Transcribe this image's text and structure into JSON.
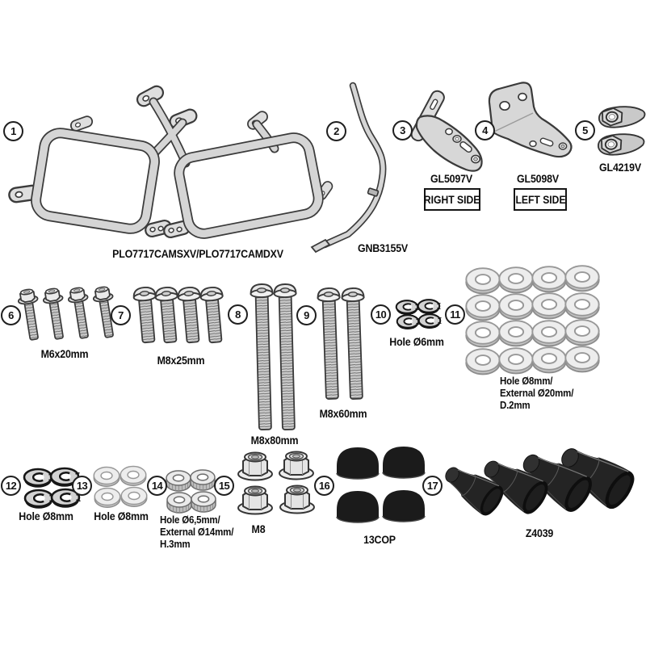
{
  "diagram": {
    "background": "#ffffff",
    "outline_color": "#3a3a3a",
    "part_fill": "#d6d6d6",
    "black_part_fill": "#1b1b1b",
    "items": [
      {
        "num": "1",
        "label": "PLO7717CAMSXV/PLO7717CAMDXV",
        "count": 1
      },
      {
        "num": "2",
        "label": "GNB3155V",
        "count": 1
      },
      {
        "num": "3",
        "label": "GL5097V",
        "tag": "RIGHT SIDE",
        "count": 1
      },
      {
        "num": "4",
        "label": "GL5098V",
        "tag": "LEFT SIDE",
        "count": 1
      },
      {
        "num": "5",
        "label": "GL4219V",
        "count": 2
      },
      {
        "num": "6",
        "label": "M6x20mm",
        "count": 4
      },
      {
        "num": "7",
        "label": "M8x25mm",
        "count": 4
      },
      {
        "num": "8",
        "label": "M8x80mm",
        "count": 2
      },
      {
        "num": "9",
        "label": "M8x60mm",
        "count": 2
      },
      {
        "num": "10",
        "label": "Hole Ø6mm",
        "count": 4
      },
      {
        "num": "11",
        "label_lines": [
          "Hole Ø8mm/",
          "External Ø20mm/",
          "D.2mm"
        ],
        "count": 16
      },
      {
        "num": "12",
        "label": "Hole Ø8mm",
        "count": 4
      },
      {
        "num": "13",
        "label": "Hole Ø8mm",
        "count": 4
      },
      {
        "num": "14",
        "label_lines": [
          "Hole Ø6,5mm/",
          "External Ø14mm/",
          "H.3mm"
        ],
        "count": 4
      },
      {
        "num": "15",
        "label": "M8",
        "count": 4
      },
      {
        "num": "16",
        "label": "13COP",
        "count": 4
      },
      {
        "num": "17",
        "label": "Z4039",
        "count": 4
      }
    ]
  }
}
